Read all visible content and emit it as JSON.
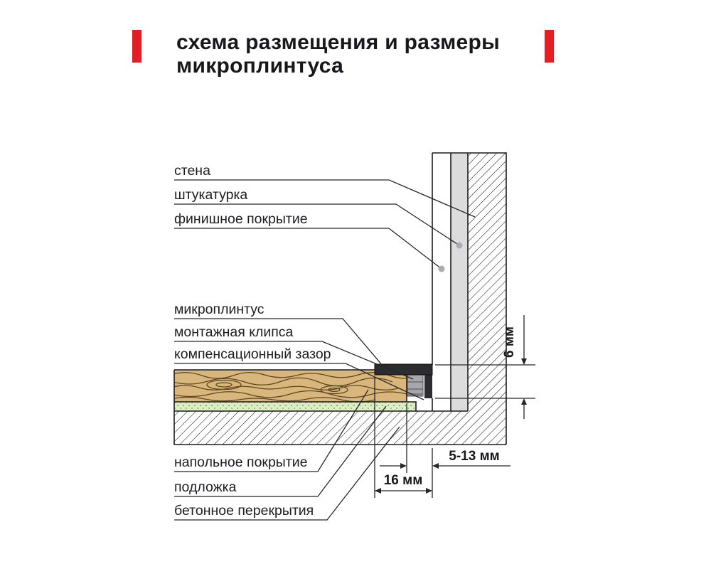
{
  "title": {
    "line1": "схема размещения и размеры",
    "line2": "микроплинтуса"
  },
  "colors": {
    "accent": "#e31e24",
    "ink": "#17171d",
    "wood": "#d9b77c",
    "underlay": "#dbeec6",
    "plaster": "#dcdcdc",
    "profile": "#2c2c30",
    "clip": "#a6a6ab"
  },
  "labels": {
    "wall": "стена",
    "plaster": "штукатурка",
    "finish_coat": "финишное покрытие",
    "micro_skirting": "микроплинтус",
    "mounting_clip": "монтажная клипса",
    "compensation_gap": "компенсационный зазор",
    "floor_covering": "напольное покрытие",
    "underlay": "подложка",
    "concrete_slab": "бетонное перекрытия"
  },
  "dimensions": {
    "skirting_height": "6 мм",
    "gap_width": "5-13 мм",
    "skirting_width": "16 мм"
  }
}
